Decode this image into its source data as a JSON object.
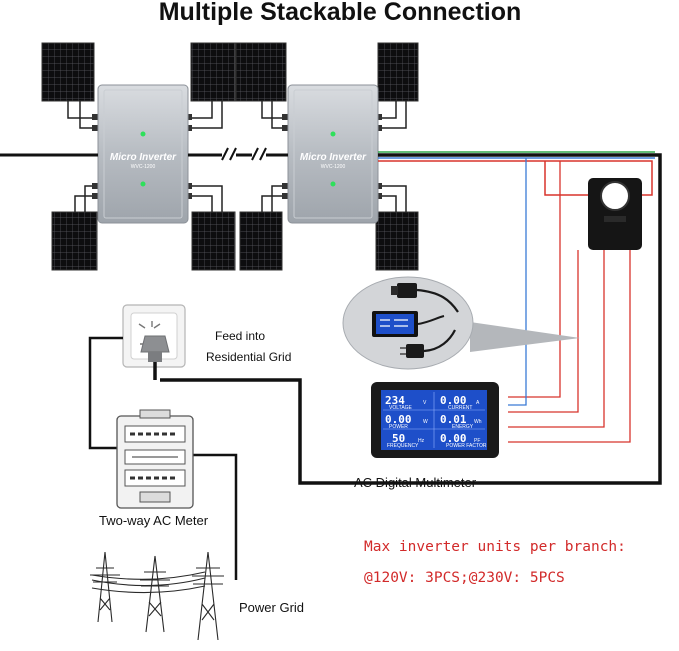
{
  "title": "Multiple Stackable Connection",
  "inverters": [
    {
      "label": "Micro Inverter",
      "model": "WVC-1200"
    },
    {
      "label": "Micro Inverter",
      "model": "WVC-1200"
    }
  ],
  "feed_label_line1": "Feed into",
  "feed_label_line2": "Residential Grid",
  "meter_label": "Two-way AC Meter",
  "grid_label": "Power Grid",
  "multimeter_label": "AC Digital Multimeter",
  "multimeter_display": {
    "voltage_value": "234",
    "voltage_unit": "V",
    "voltage_caption": "VOLTAGE",
    "current_value": "0.00",
    "current_unit": "A",
    "current_caption": "CURRENT",
    "power_value": "0.00",
    "power_unit": "W",
    "power_caption": "POWER",
    "energy_value": "0.01",
    "energy_unit": "Wh",
    "energy_caption": "ENERGY",
    "frequency_value": "50",
    "frequency_unit": "Hz",
    "frequency_caption": "FREQUENCY",
    "pf_value": "0.00",
    "pf_unit": "PF",
    "pf_caption": "POWER FACTOR"
  },
  "callout_line1": "Max inverter units per branch:",
  "callout_line2": "@120V: 3PCS;@230V: 5PCS",
  "colors": {
    "red_text": "#d22a2a",
    "wire_red": "#d8342c",
    "wire_blue": "#3a7bd5",
    "wire_green": "#2fa84a",
    "lcd_blue": "#1e4fc9"
  }
}
